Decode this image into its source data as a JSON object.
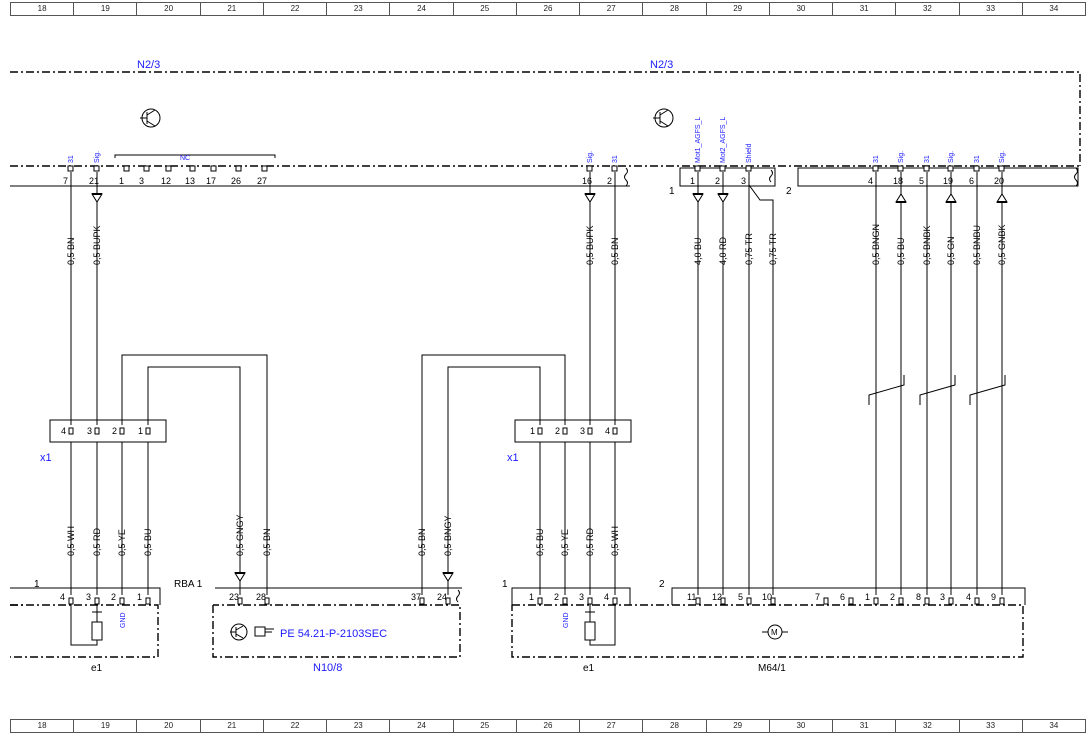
{
  "grid_columns": [
    "18",
    "19",
    "20",
    "21",
    "22",
    "23",
    "24",
    "25",
    "26",
    "27",
    "28",
    "29",
    "30",
    "31",
    "32",
    "33",
    "34"
  ],
  "modules": {
    "n23_left_label": "N2/3",
    "n23_right_label": "N2/3",
    "n108_label": "N10/8",
    "m641_label": "M64/1",
    "e1_left_label": "e1",
    "e1_right_label": "e1",
    "x1_left_label": "x1",
    "x1_right_label": "x1",
    "rba_label": "RBA 1",
    "pe_reference": "PE 54.21-P-2103SEC"
  },
  "n23_top_pins": [
    {
      "num": "7",
      "sig": "31"
    },
    {
      "num": "21",
      "sig": "Sig."
    },
    {
      "num": "1",
      "sig": ""
    },
    {
      "num": "3",
      "sig": ""
    },
    {
      "num": "12",
      "sig": ""
    },
    {
      "num": "13",
      "sig": ""
    },
    {
      "num": "17",
      "sig": ""
    },
    {
      "num": "26",
      "sig": ""
    },
    {
      "num": "27",
      "sig": ""
    },
    {
      "num": "16",
      "sig": "Sig."
    },
    {
      "num": "2",
      "sig": "31"
    },
    {
      "num": "1",
      "sig": "Mot1_AGFS_L"
    },
    {
      "num": "2",
      "sig": "Mot2_AGFS_L"
    },
    {
      "num": "3",
      "sig": "Shield"
    },
    {
      "num": "4",
      "sig": "31"
    },
    {
      "num": "18",
      "sig": "Sig."
    },
    {
      "num": "5",
      "sig": "31"
    },
    {
      "num": "19",
      "sig": "Sig."
    },
    {
      "num": "6",
      "sig": "31"
    },
    {
      "num": "20",
      "sig": "Sig."
    }
  ],
  "nc_label": "NC",
  "connector_numbers": {
    "c1": "1",
    "c2": "2",
    "e1_left": "1",
    "e1_right": "1",
    "m64": "2"
  },
  "wires_upper": [
    "0,5 BN",
    "0,5 BUPK",
    "0,5 BUPK",
    "0,5 BN",
    "4,0 BU",
    "4,0 RD",
    "0,75 TR",
    "0,75 TR",
    "0,5 BNGN",
    "0,5 BU",
    "0,5 BNBK",
    "0,5 GN",
    "0,5 BNBU",
    "0,5 GNBK"
  ],
  "x1_left_pins": [
    "4",
    "3",
    "2",
    "1"
  ],
  "x1_right_pins": [
    "1",
    "2",
    "3",
    "4"
  ],
  "wires_lower": [
    "0,5 WH",
    "0,5 RD",
    "0,5 YE",
    "0,5 BU",
    "0,5 GNGY",
    "0,5 BN",
    "0,5 BN",
    "0,5 BNGY",
    "0,5 BU",
    "0,5 YE",
    "0,5 RD",
    "0,5 WH"
  ],
  "e1_left_pins": [
    "4",
    "3",
    "2",
    "1"
  ],
  "e1_right_pins": [
    "1",
    "2",
    "3",
    "4"
  ],
  "n108_pins": [
    "23",
    "28",
    "37",
    "24"
  ],
  "m641_pins": [
    "11",
    "12",
    "5",
    "10",
    "7",
    "6",
    "1",
    "2",
    "8",
    "3",
    "4",
    "9"
  ],
  "gnd_label": "GND",
  "colors": {
    "line": "#000000",
    "module_text": "#1a1aff",
    "pin_text": "#000000"
  }
}
